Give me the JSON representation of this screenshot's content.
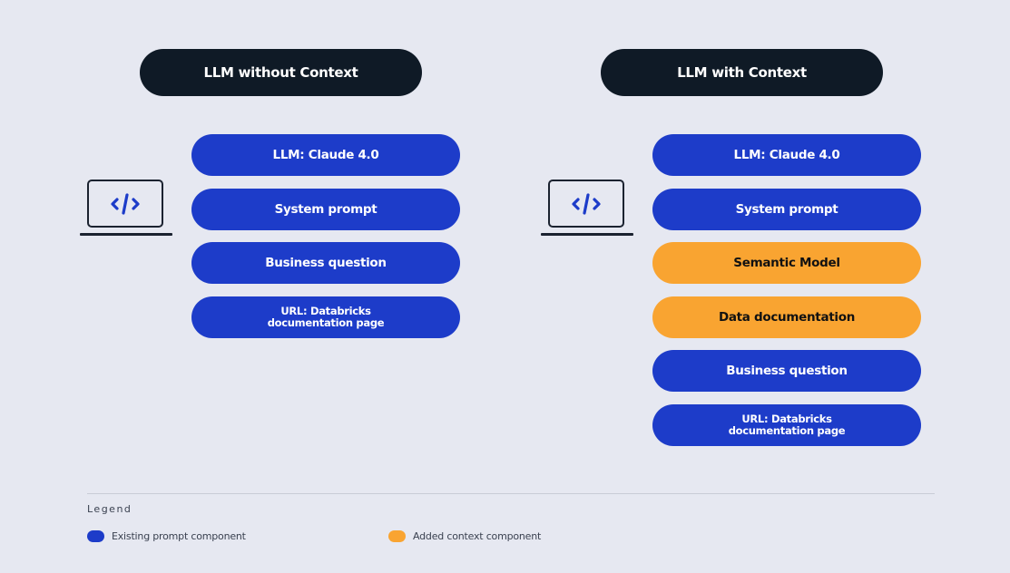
{
  "left_panel": {
    "title": "LLM without Context",
    "items": [
      {
        "label": "LLM: Claude 4.0",
        "kind": "existing"
      },
      {
        "label": "System prompt",
        "kind": "existing"
      },
      {
        "label": "Business question",
        "kind": "existing"
      },
      {
        "label": "URL: Databricks\ndocumentation page",
        "kind": "existing"
      }
    ]
  },
  "right_panel": {
    "title": "LLM with Context",
    "items": [
      {
        "label": "LLM: Claude 4.0",
        "kind": "existing"
      },
      {
        "label": "System prompt",
        "kind": "existing"
      },
      {
        "label": "Semantic Model",
        "kind": "added"
      },
      {
        "label": "Data documentation",
        "kind": "added"
      },
      {
        "label": "Business question",
        "kind": "existing"
      },
      {
        "label": "URL: Databricks\ndocumentation page",
        "kind": "existing"
      }
    ]
  },
  "laptop_icon": "code-laptop-icon",
  "legend": {
    "title": "Legend",
    "existing": "Existing prompt component",
    "added": "Added context component"
  },
  "colors": {
    "background": "#e6e8f1",
    "header": "#0f1a26",
    "existing": "#1d3cc9",
    "added": "#f9a431",
    "icon": "#1d3cc9"
  }
}
